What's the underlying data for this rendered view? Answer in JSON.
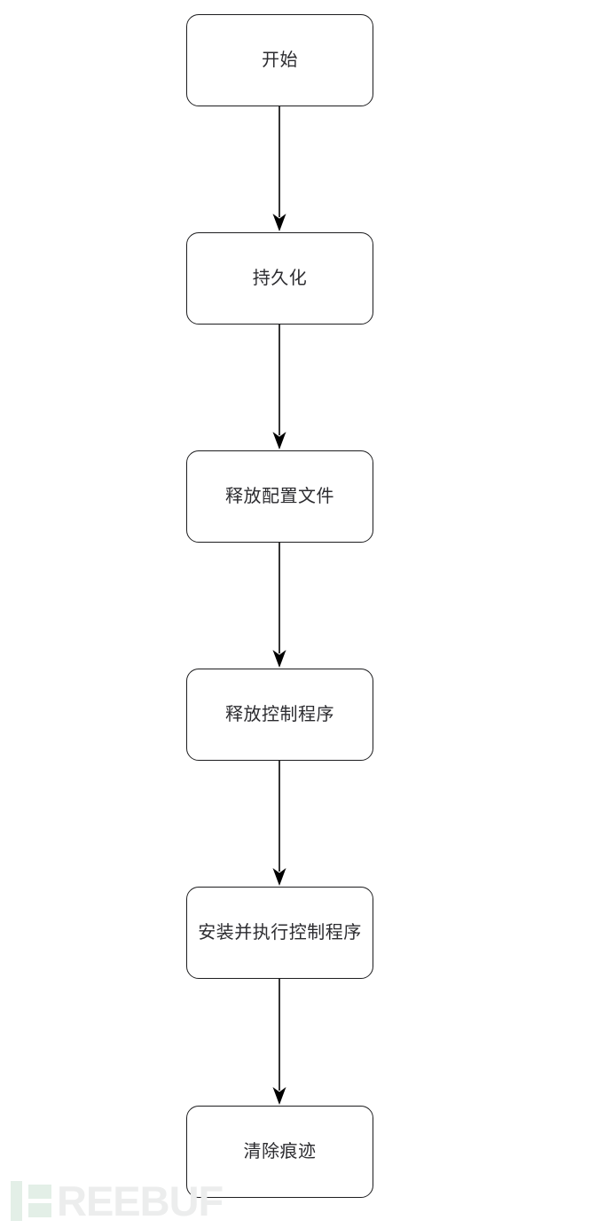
{
  "diagram": {
    "type": "flowchart",
    "orientation": "top-to-bottom",
    "background_color": "#ffffff",
    "node_border_color": "#1d1d1f",
    "node_fill_color": "#ffffff",
    "text_color": "#2c2c30",
    "connector_color": "#000000",
    "nodes": [
      {
        "id": "n1",
        "label": "开始",
        "shape": "rounded-rectangle"
      },
      {
        "id": "n2",
        "label": "持久化",
        "shape": "rounded-rectangle"
      },
      {
        "id": "n3",
        "label": "释放配置文件",
        "shape": "rounded-rectangle"
      },
      {
        "id": "n4",
        "label": "释放控制程序",
        "shape": "rounded-rectangle"
      },
      {
        "id": "n5",
        "label": "安装并执行控制程序",
        "shape": "rounded-rectangle"
      },
      {
        "id": "n6",
        "label": "清除痕迹",
        "shape": "rounded-rectangle"
      }
    ],
    "edges": [
      {
        "from": "n1",
        "to": "n2",
        "arrow": "filled-triangle",
        "label": ""
      },
      {
        "from": "n2",
        "to": "n3",
        "arrow": "filled-triangle",
        "label": ""
      },
      {
        "from": "n3",
        "to": "n4",
        "arrow": "filled-triangle",
        "label": ""
      },
      {
        "from": "n4",
        "to": "n5",
        "arrow": "filled-triangle",
        "label": ""
      },
      {
        "from": "n5",
        "to": "n6",
        "arrow": "filled-triangle",
        "label": ""
      }
    ]
  },
  "watermark": {
    "text": "REEBUF",
    "mark_color": "#e3efe7",
    "text_color": "#eceded"
  }
}
